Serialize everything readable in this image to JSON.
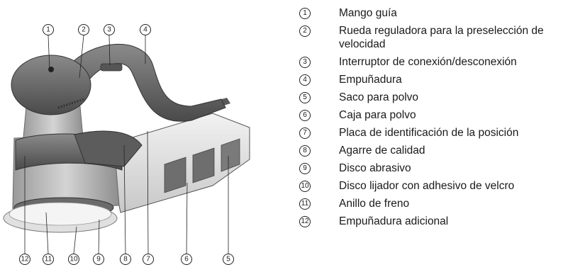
{
  "callouts": [
    {
      "num": "1",
      "text": "Mango guía"
    },
    {
      "num": "2",
      "text": "Rueda reguladora para la preselección de velocidad"
    },
    {
      "num": "3",
      "text": "Interruptor de conexión/desconexión"
    },
    {
      "num": "4",
      "text": "Empuñadura"
    },
    {
      "num": "5",
      "text": "Saco para polvo"
    },
    {
      "num": "6",
      "text": "Caja para polvo"
    },
    {
      "num": "7",
      "text": "Placa de identificación de la posición"
    },
    {
      "num": "8",
      "text": "Agarre de calidad"
    },
    {
      "num": "9",
      "text": "Disco abrasivo"
    },
    {
      "num": "10",
      "text": "Disco lijador con adhesivo de velcro"
    },
    {
      "num": "11",
      "text": "Anillo de freno"
    },
    {
      "num": "12",
      "text": "Empuñadura adicional"
    }
  ]
}
